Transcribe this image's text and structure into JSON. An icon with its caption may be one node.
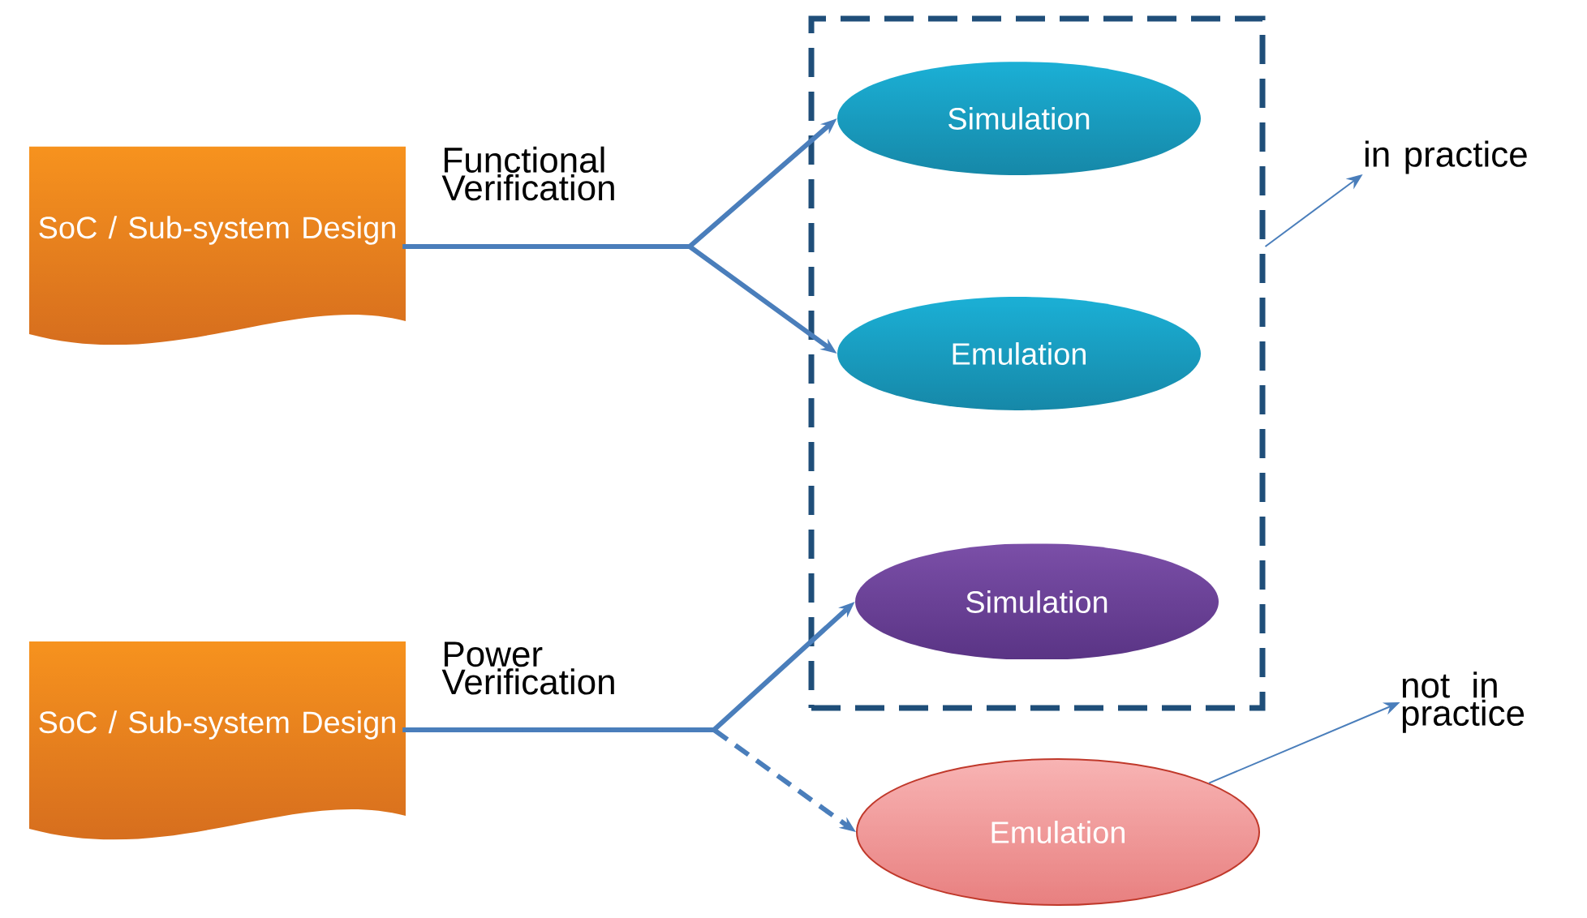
{
  "diagram": {
    "nodes": [
      {
        "text": [
          "SoC / Sub-system Design"
        ]
      },
      {
        "text": [],
        "shape": "box"
      },
      {
        "text": [
          "Simulation"
        ],
        "in": 1
      },
      {
        "text": [
          "Emulation"
        ],
        "in": 1
      },
      {
        "text": [
          "Simulation"
        ],
        "in": 1
      },
      {
        "text": [
          "in practice"
        ]
      },
      {
        "text": [
          "SoC / Sub-system Design"
        ]
      },
      {
        "text": [
          "Emulation"
        ]
      },
      {
        "text": [
          "not in practice"
        ]
      }
    ],
    "edges": [
      {
        "from": 0,
        "to": 2,
        "arrow": "to",
        "label": "Functional Verification"
      },
      {
        "from": 0,
        "to": 3,
        "arrow": "to"
      },
      {
        "from": 1,
        "to": 5,
        "arrow": "to"
      },
      {
        "from": 6,
        "to": 4,
        "arrow": "to",
        "label": "Power Verification"
      },
      {
        "from": 6,
        "to": 7,
        "arrow": "to",
        "style": "dashed"
      },
      {
        "from": 7,
        "to": 8,
        "arrow": "to"
      }
    ]
  }
}
